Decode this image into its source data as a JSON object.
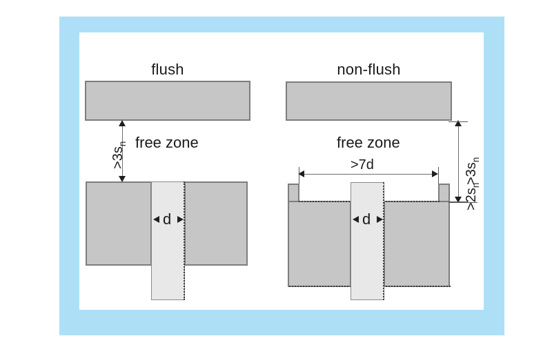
{
  "diagram": {
    "title_left": "flush",
    "title_right": "non-flush",
    "free_zone_label": "free zone",
    "labels": {
      "clearance_left": ">3s",
      "clearance_left_sub": "n",
      "clearance_right": ">3s",
      "clearance_right_sub": "n",
      "recess_depth": ">2s",
      "recess_depth_sub": "n",
      "recess_width": ">7d",
      "diameter_left": "d",
      "diameter_right": "d"
    },
    "colors": {
      "frame_blue": "#ade0f7",
      "canvas_white": "#ffffff",
      "metal_fill": "#c6c6c6",
      "metal_stroke": "#7d7d7d",
      "sensor_fill": "#e8e8e8",
      "sensor_stroke": "#8a8a8a",
      "dimension_line": "#6d6d6d",
      "arrow_fill": "#1f1f1f",
      "text": "#1a1a1a"
    }
  }
}
